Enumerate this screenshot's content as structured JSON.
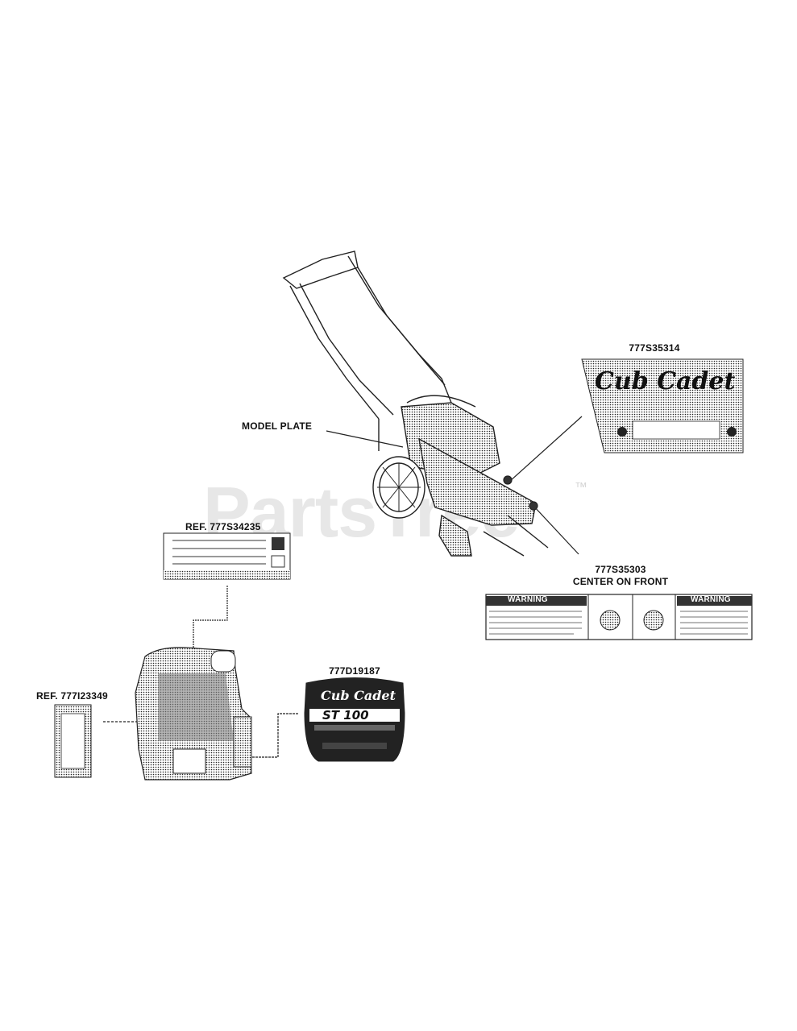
{
  "watermark": {
    "text": "PartsTree",
    "tm": "™"
  },
  "labels": {
    "p1": "777S35314",
    "model_plate": "MODEL PLATE",
    "p2": "REF. 777S34235",
    "p3": "777S35303",
    "p3_note": "CENTER ON FRONT",
    "p4": "777D19187",
    "p5": "REF. 777I23349"
  },
  "decals": {
    "brand": "Cub Cadet",
    "model": "ST 100",
    "warning": "WARNING"
  },
  "colors": {
    "ink": "#111111",
    "watermark": "#aaaaaa"
  }
}
